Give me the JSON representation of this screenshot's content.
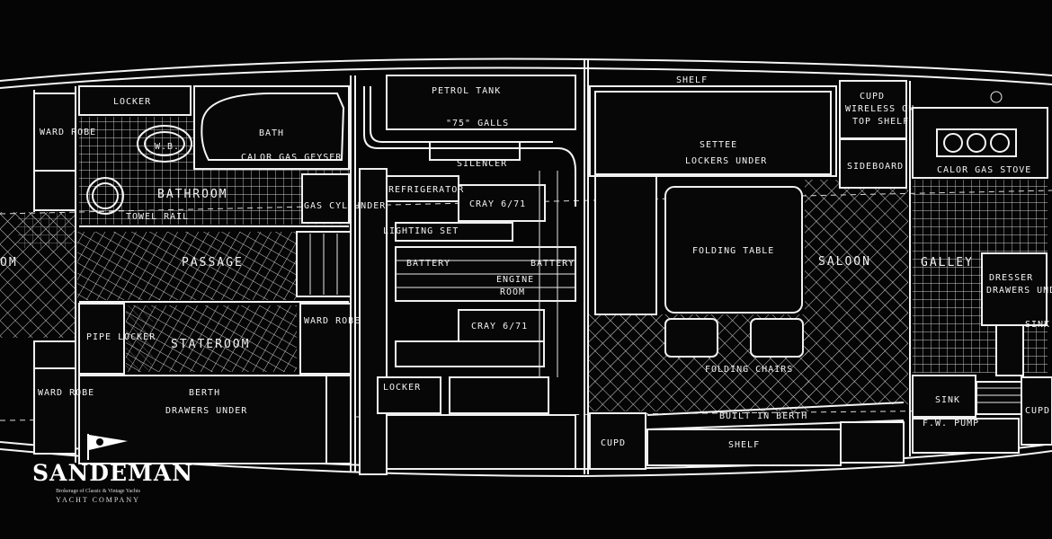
{
  "brand": {
    "name": "SANDEMAN",
    "tagline": "Brokerage of Classic & Vintage Yachts",
    "company": "YACHT COMPANY"
  },
  "diagram": {
    "rooms": {
      "locker_top": "LOCKER",
      "ward_robe_top": "WARD ROBE",
      "bath": "BATH",
      "calor_gas_geyser": "CALOR GAS GEYSER",
      "wb": "W.B.",
      "bathroom": "BATHROOM",
      "towel_rail": "TOWEL RAIL",
      "gas_cyl": "GAS CYL UNDER",
      "petrol_tank": "PETROL TANK",
      "galls": "\"75\" GALLS",
      "silencer": "SILENCER",
      "refrigerator": "REFRIGERATOR",
      "lighting_set": "LIGHTING SET",
      "cray_top": "CRAY 6/71",
      "passage": "PASSAGE",
      "battery_1": "BATTERY",
      "battery_2": "BATTERY",
      "engine": "ENGINE",
      "room": "ROOM",
      "cray_bottom": "CRAY 6/71",
      "stateroom": "STATEROOM",
      "pipe_locker": "PIPE LOCKER",
      "hard_robe_mid": "WARD ROBE",
      "locker_mid": "LOCKER",
      "berth": "BERTH",
      "drawers_under": "DRAWERS UNDER",
      "ward_robe_left": "WARD ROBE",
      "settee": "SETTEE",
      "lockers_under": "LOCKERS UNDER",
      "cupd_wireless": "CUPD",
      "wireless_on": "WIRELESS ON",
      "top_shelf": "TOP SHELF",
      "sideboard": "SIDEBOARD",
      "calor_gas_stove": "CALOR GAS STOVE",
      "folding_table": "FOLDING TABLE",
      "saloon": "SALOON",
      "galley": "GALLEY",
      "dresser": "DRESSER",
      "drawers_under_galley": "DRAWERS UNDER",
      "sink": "SINK",
      "folding_chairs": "FOLDING CHAIRS",
      "built_in_berth": "BUILT IN BERTH",
      "sink_pump": "SINK",
      "cupd_bottom": "CUPD",
      "shelf": "SHELF",
      "fw_pump": "F.W. PUMP",
      "cupd_right": "CUPD",
      "shelf_top": "SHELF",
      "room_left": "OM"
    }
  },
  "colors": {
    "background": "#050505",
    "line": "#f2f2f2"
  }
}
